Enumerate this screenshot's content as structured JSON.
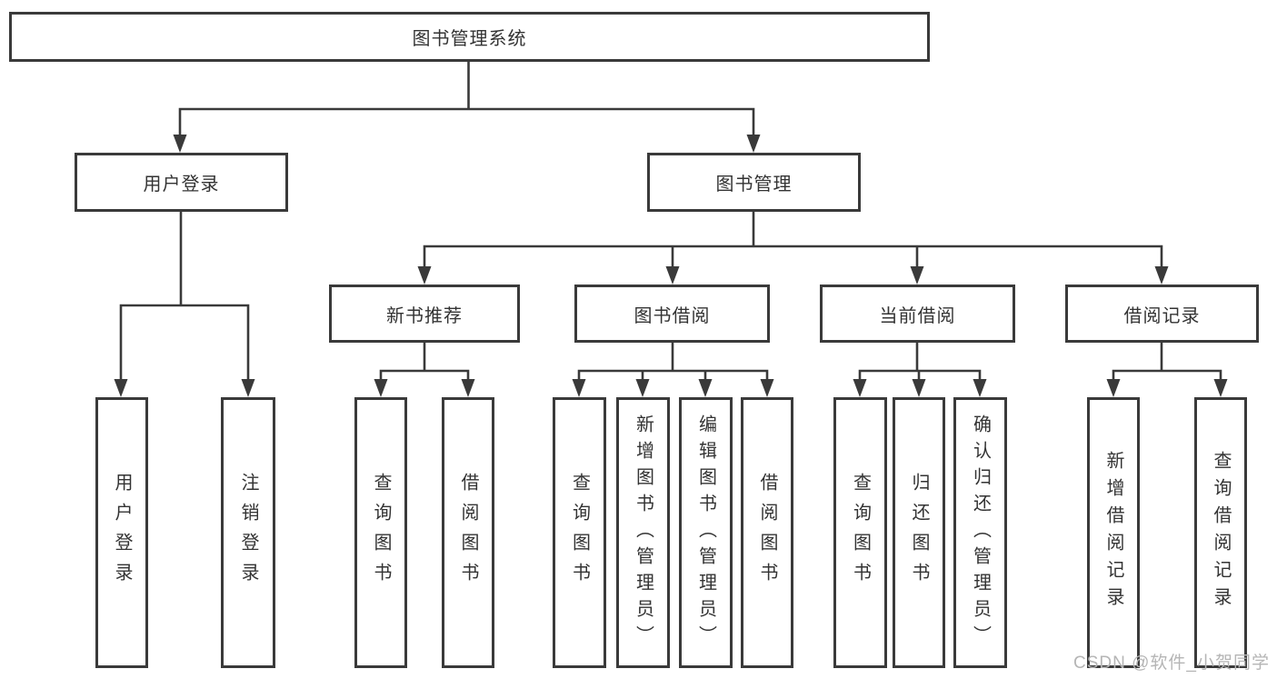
{
  "diagram_type": "hierarchy-tree",
  "tree": {
    "label": "图书管理系统",
    "children": [
      {
        "label": "用户登录",
        "children": [
          {
            "label": "用户登录"
          },
          {
            "label": "注销登录"
          }
        ]
      },
      {
        "label": "图书管理",
        "children": [
          {
            "label": "新书推荐",
            "children": [
              {
                "label": "查询图书"
              },
              {
                "label": "借阅图书"
              }
            ]
          },
          {
            "label": "图书借阅",
            "children": [
              {
                "label": "查询图书"
              },
              {
                "label": "新增图书（管理员）"
              },
              {
                "label": "编辑图书（管理员）"
              },
              {
                "label": "借阅图书"
              }
            ]
          },
          {
            "label": "当前借阅",
            "children": [
              {
                "label": "查询图书"
              },
              {
                "label": "归还图书"
              },
              {
                "label": "确认归还（管理员）"
              }
            ]
          },
          {
            "label": "借阅记录",
            "children": [
              {
                "label": "新增借阅记录"
              },
              {
                "label": "查询借阅记录"
              }
            ]
          }
        ]
      }
    ]
  },
  "watermark": "CSDN @软件_小贺同学",
  "colors": {
    "line": "#3a3a3a",
    "text": "#333333",
    "watermark": "#b5b5b5",
    "background": "#ffffff"
  }
}
